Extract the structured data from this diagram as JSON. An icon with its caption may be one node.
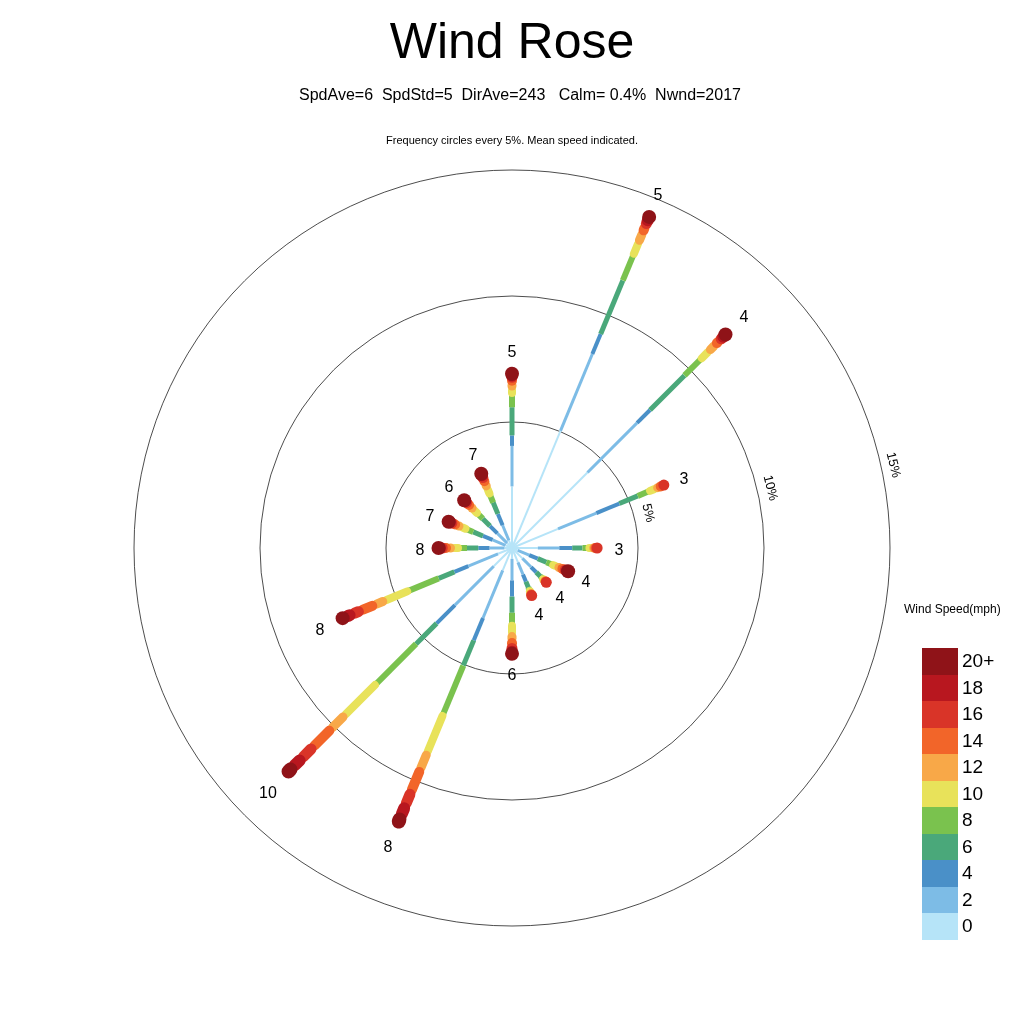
{
  "diagram": {
    "title": "Wind Rose",
    "labels": [
      "SpdAve=6  SpdStd=5  DirAve=243   Calm= 0.4%  Nwnd=2017",
      "Frequency circles every 5%. Mean speed indicated.",
      "5",
      "4",
      "5",
      "7",
      "15%",
      "3",
      "10%",
      "6",
      "5%",
      "7",
      "8",
      "3",
      "4",
      "4",
      "Wind Speed(mph)",
      "4",
      "8",
      "6",
      "10",
      "8"
    ],
    "legend": [
      {
        "text": "20+",
        "color": "#8f1318"
      },
      {
        "text": "18",
        "color": "#b8171f"
      },
      {
        "text": "16",
        "color": "#d93428"
      },
      {
        "text": "14",
        "color": "#f26529"
      },
      {
        "text": "12",
        "color": "#f8a848"
      },
      {
        "text": "10",
        "color": "#e8e25a"
      },
      {
        "text": "8",
        "color": "#7ac24e"
      },
      {
        "text": "6",
        "color": "#4aa87a"
      },
      {
        "text": "4",
        "color": "#4a90c8"
      },
      {
        "text": "2",
        "color": "#7dbce6"
      },
      {
        "text": "0",
        "color": "#b6e4f8"
      }
    ]
  }
}
